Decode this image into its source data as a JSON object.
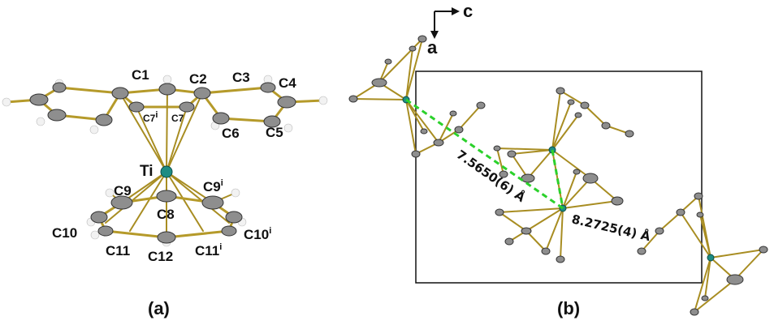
{
  "panel_a": {
    "label": "(a)",
    "atoms": {
      "c1": "C1",
      "c2": "C2",
      "c3": "C3",
      "c4": "C4",
      "c5": "C5",
      "c6": "C6",
      "c7i_base": "C7",
      "c7i_sup": "i",
      "c7": "C7",
      "ti": "Ti",
      "c9": "C9",
      "c9i_base": "C9",
      "c9i_sup": "i",
      "c8": "C8",
      "c10": "C10",
      "c10i_base": "C10",
      "c10i_sup": "i",
      "c11": "C11",
      "c12": "C12",
      "c11i_base": "C11",
      "c11i_sup": "i"
    }
  },
  "panel_b": {
    "label": "(b)",
    "axis_c": "c",
    "axis_a": "a",
    "distance_1": "7.5650(6) Å",
    "distance_2": "8.2725(4) Å"
  },
  "colors": {
    "bond": "#b59a2a",
    "carbon": "#8e8e8e",
    "hydrogen": "#f2f2f2",
    "titanium": "#1d8c83",
    "contact": "#2bd12b"
  }
}
